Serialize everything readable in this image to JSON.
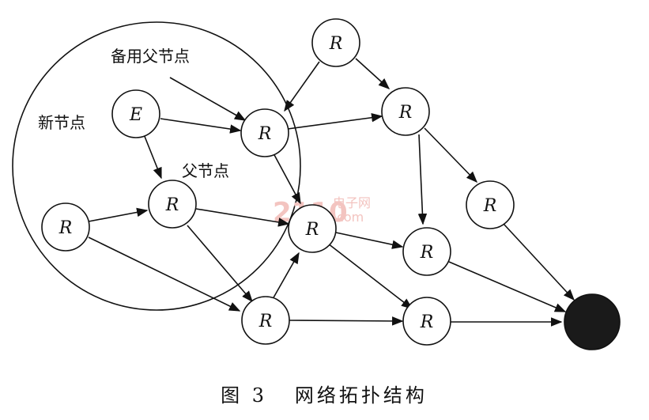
{
  "labels": {
    "backup_parent": "备用父节点",
    "new_node": "新节点",
    "parent": "父节点"
  },
  "nodes": {
    "E": "E",
    "R": "R"
  },
  "caption": "图 3   网络拓扑结构",
  "watermark": {
    "main": "2110",
    "sub": "电子网",
    "domain": ".com"
  },
  "colors": {
    "stroke": "#111111",
    "sink_fill": "#1a1a1a",
    "watermark": "#f3c4c0"
  }
}
